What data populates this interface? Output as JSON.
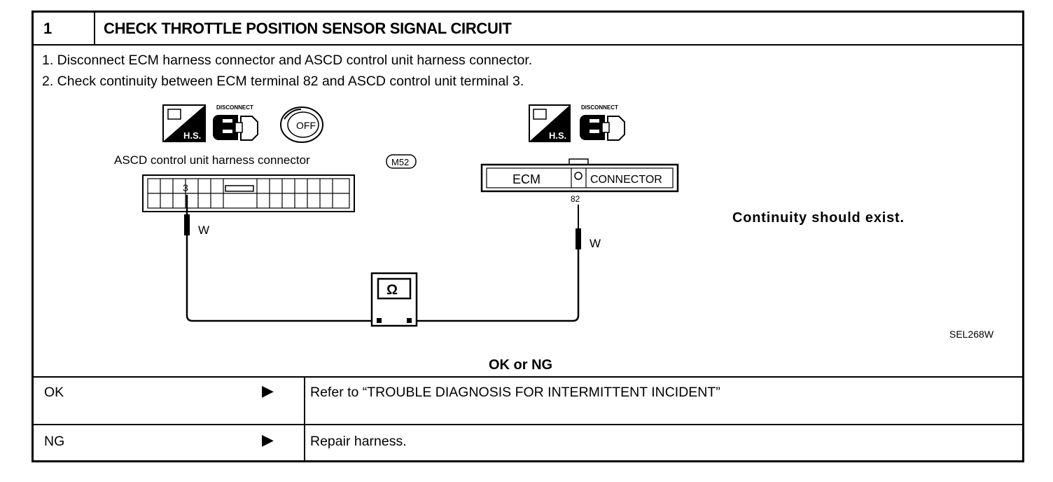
{
  "header": {
    "step_number": "1",
    "title": "CHECK THROTTLE POSITION SENSOR SIGNAL CIRCUIT"
  },
  "steps": [
    "1.  Disconnect ECM harness connector and ASCD control unit harness connector.",
    "2.  Check continuity between ECM terminal 82 and ASCD control unit terminal 3."
  ],
  "diagram": {
    "icon_hs": "H.S.",
    "icon_disconnect": "DISCONNECT",
    "icon_off": "OFF",
    "ascd_label": "ASCD control unit harness connector",
    "ascd_badge": "M52",
    "ascd_terminal": "3",
    "ecm_label": "ECM",
    "ecm_connector_label": "CONNECTOR",
    "ecm_terminal": "82",
    "wire_color_left": "W",
    "wire_color_right": "W",
    "meter_symbol": "Ω",
    "result_note": "Continuity should exist.",
    "figure_id": "SEL268W"
  },
  "decision": {
    "heading": "OK or NG",
    "rows": [
      {
        "result": "OK",
        "arrow": "▶",
        "action": "Refer to “TROUBLE DIAGNOSIS FOR INTERMITTENT INCIDENT”"
      },
      {
        "result": "NG",
        "arrow": "▶",
        "action": "Repair harness."
      }
    ]
  }
}
